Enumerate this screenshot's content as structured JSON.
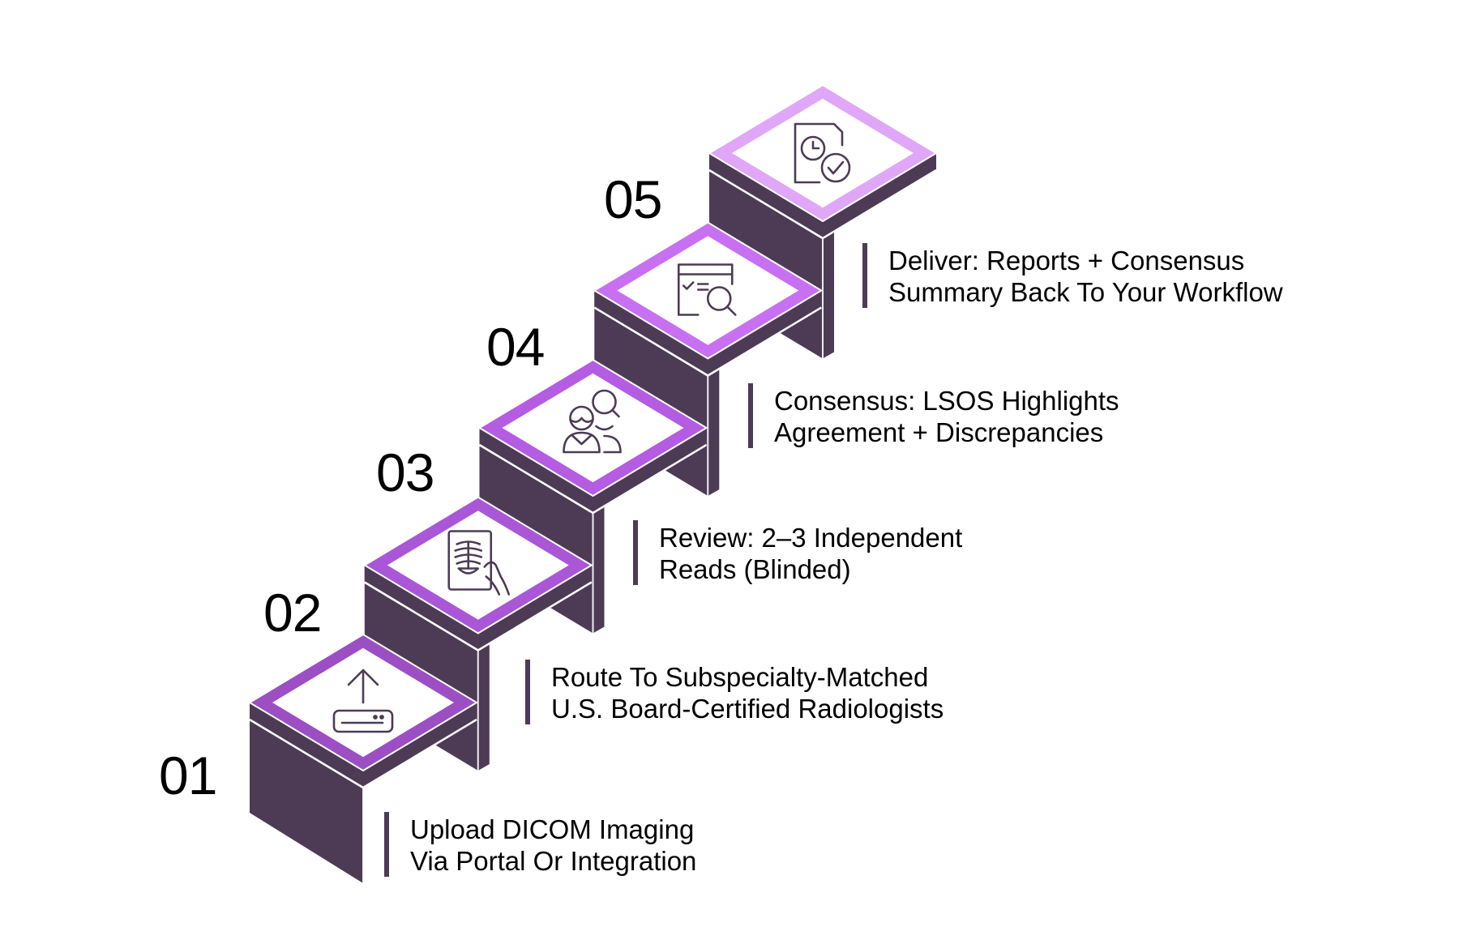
{
  "diagram": {
    "type": "isometric-staircase-process",
    "colors": {
      "block": "#4d3b55",
      "seam": "#ffffff",
      "tile": "#ffffff",
      "icon_stroke": "#4d3b55",
      "text": "#000000",
      "accent_bar": "#4d3b55"
    },
    "steps": [
      {
        "number": "01",
        "icon": "upload-to-server-icon",
        "rim_color": "#9c4fc2",
        "lines": [
          "Upload DICOM Imaging",
          "Via Portal Or Integration"
        ]
      },
      {
        "number": "02",
        "icon": "xray-in-hand-icon",
        "rim_color": "#a957d6",
        "lines": [
          "Route To Subspecialty-Matched",
          "U.S. Board-Certified Radiologists"
        ]
      },
      {
        "number": "03",
        "icon": "people-search-icon",
        "rim_color": "#b45ce2",
        "lines": [
          "Review: 2–3 Independent",
          "Reads (Blinded)"
        ]
      },
      {
        "number": "04",
        "icon": "checklist-search-icon",
        "rim_color": "#c870f2",
        "lines": [
          "Consensus: LSOS Highlights",
          "Agreement + Discrepancies"
        ]
      },
      {
        "number": "05",
        "icon": "document-clock-check-icon",
        "rim_color": "#e0a7f8",
        "lines": [
          "Deliver: Reports + Consensus",
          "Summary Back To Your Workflow"
        ]
      }
    ]
  }
}
